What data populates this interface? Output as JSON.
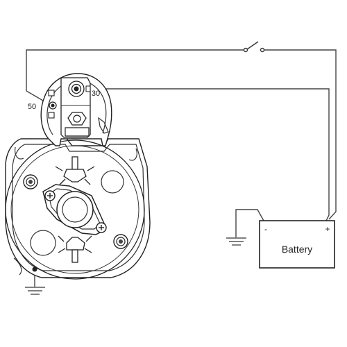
{
  "labels": {
    "terminal_50": "50",
    "terminal_30": "30",
    "battery": "Battery",
    "battery_negative": "-",
    "battery_positive": "+"
  },
  "components": {
    "starter_motor": "starter-motor",
    "solenoid": "solenoid",
    "ignition_switch": "ignition-switch",
    "battery": "battery",
    "ground_symbols": [
      "motor-ground-icon",
      "battery-ground-icon"
    ]
  },
  "colors": {
    "line": "#333333",
    "background": "#ffffff"
  }
}
